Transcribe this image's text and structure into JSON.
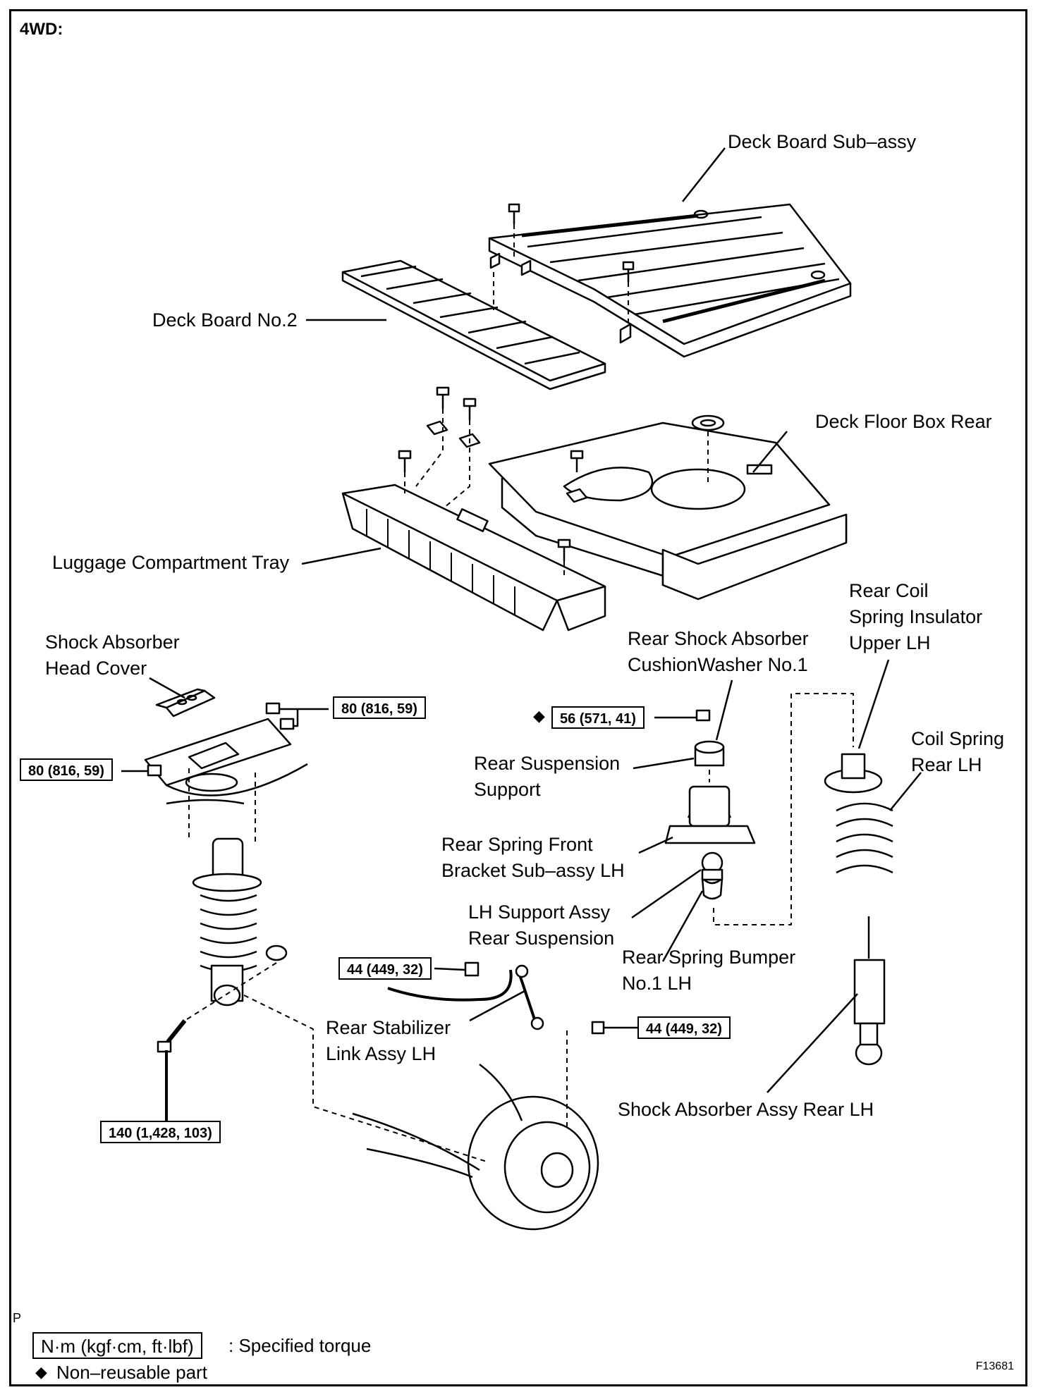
{
  "header": {
    "title": "4WD:"
  },
  "labels": {
    "deck_board_sub": "Deck Board Sub–assy",
    "deck_board_no2": "Deck Board No.2",
    "deck_floor_box": "Deck Floor Box Rear",
    "luggage_tray": "Luggage Compartment Tray",
    "shock_head_cover_1": "Shock Absorber",
    "shock_head_cover_2": "Head Cover",
    "cushion_washer_1": "Rear Shock Absorber",
    "cushion_washer_2": "CushionWasher No.1",
    "coil_insulator_1": "Rear Coil",
    "coil_insulator_2": "Spring Insulator",
    "coil_insulator_3": "Upper LH",
    "coil_spring_1": "Coil Spring",
    "coil_spring_2": "Rear LH",
    "susp_support_1": "Rear Suspension",
    "susp_support_2": "Support",
    "spring_bracket_1": "Rear Spring Front",
    "spring_bracket_2": "Bracket Sub–assy LH",
    "lh_support_1": "LH Support Assy",
    "lh_support_2": "Rear Suspension",
    "spring_bumper_1": "Rear Spring Bumper",
    "spring_bumper_2": "No.1 LH",
    "stab_link_1": "Rear Stabilizer",
    "stab_link_2": "Link Assy LH",
    "shock_assy": "Shock Absorber Assy Rear LH"
  },
  "torques": {
    "t80_upper": "80 (816, 59)",
    "t80_left": "80 (816, 59)",
    "t56": "56 (571, 41)",
    "t44_left": "44 (449, 32)",
    "t44_right": "44 (449, 32)",
    "t140": "140 (1,428, 103)"
  },
  "symbols": {
    "diamond": "◆"
  },
  "legend": {
    "unit_box": "N·m (kgf·cm, ft·lbf)",
    "unit_text": ": Specified torque",
    "nonreusable_text": "Non–reusable part"
  },
  "footer": {
    "p_mark": "P",
    "figure_id": "F13681"
  }
}
